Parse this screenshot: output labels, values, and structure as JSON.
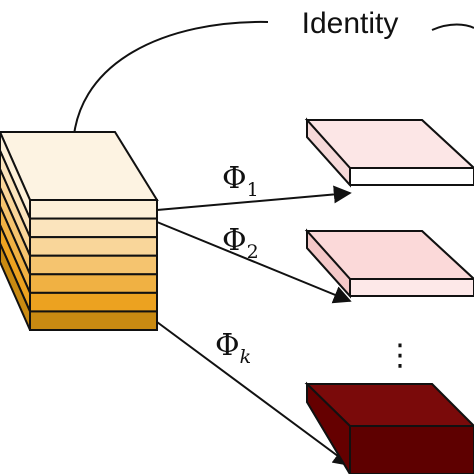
{
  "identity_label": "Identity",
  "maps": [
    {
      "symbol": "Φ",
      "subscript": "1"
    },
    {
      "symbol": "Φ",
      "subscript": "2"
    },
    {
      "symbol": "Φ",
      "subscript": "k"
    }
  ],
  "ellipsis": "⋮",
  "colors": {
    "stack_layers": [
      "#fdf0d9",
      "#fbe4bd",
      "#f9d69a",
      "#f5c46f",
      "#f0b143",
      "#eca220",
      "#c98a12"
    ],
    "stack_top": "#fdf3e2",
    "output_light_face": "#fce6e6",
    "output_light_side": "#ffffff",
    "output_dark_face": "#7a0a0a",
    "output_dark_side": "#5e0000",
    "stroke": "#111111"
  }
}
